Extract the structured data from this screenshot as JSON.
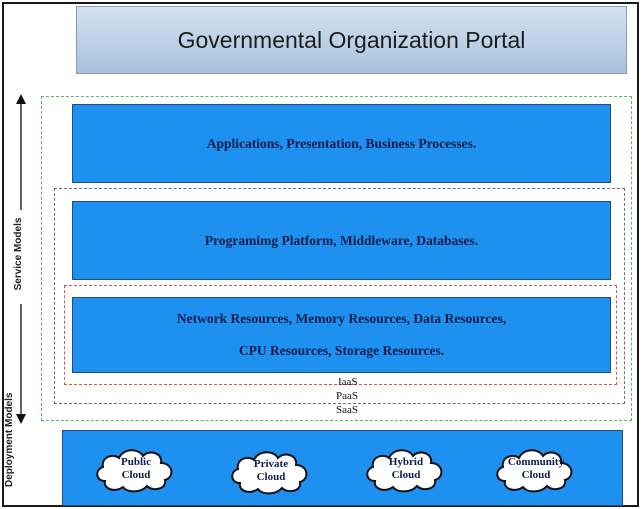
{
  "portal": {
    "title": "Governmental Organization Portal"
  },
  "layers": {
    "applications": {
      "line1": "Applications, Presentation, Business Processes."
    },
    "platform": {
      "line1": "Programimg Platform, Middleware, Databases."
    },
    "infrastructure": {
      "line1": "Network Resources, Memory Resources, Data Resources,",
      "line2": "CPU Resources, Storage Resources."
    }
  },
  "service_tags": {
    "iaas": "IaaS",
    "paas": "PaaS",
    "saas": "SaaS"
  },
  "side_labels": {
    "service_models": "Service Models",
    "deployment_models": "Deployment Models"
  },
  "deployment": {
    "clouds": [
      {
        "line1": "Public",
        "line2": "Cloud"
      },
      {
        "line1": "Private",
        "line2": "Cloud"
      },
      {
        "line1": "Hybrid",
        "line2": "Cloud"
      },
      {
        "line1": "Community",
        "line2": "Cloud"
      }
    ]
  },
  "colors": {
    "layer_fill": "#1e90f0",
    "saas_border": "#5cb85c",
    "paas_border": "#7b5ea7",
    "iaas_border": "#d9534f",
    "portal_fill": "#b8cde6"
  }
}
